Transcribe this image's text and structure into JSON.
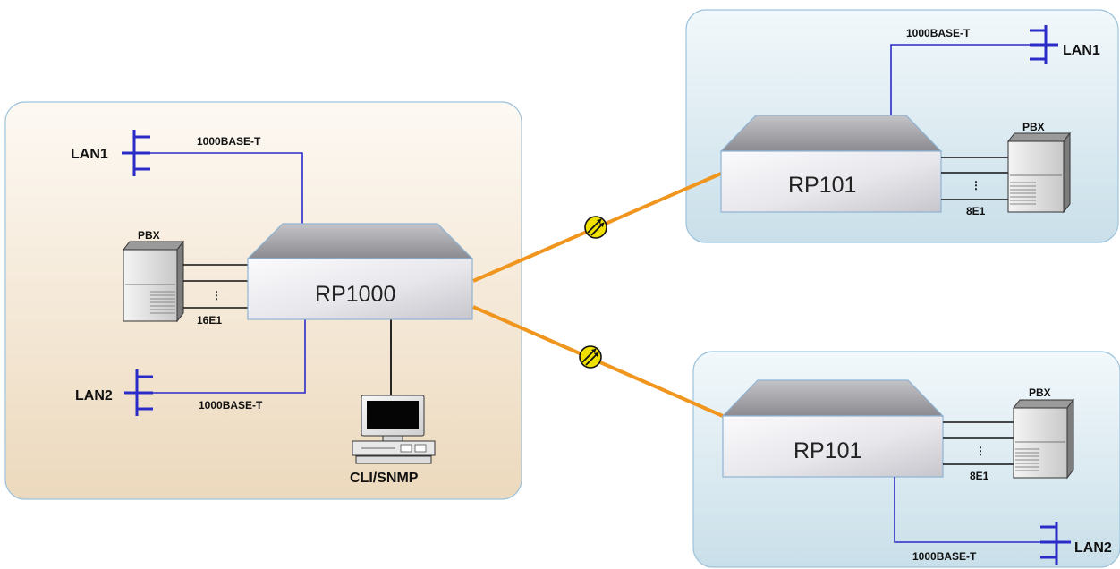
{
  "colors": {
    "local_site_top": "#fdf9f3",
    "local_site_bottom": "#ecd9bd",
    "remote_site_top": "#f2f8fb",
    "remote_site_bottom": "#cde1ea",
    "site_border": "#9ec3dc",
    "lan_line": "#2b2bc8",
    "trunk_line": "#f0961e",
    "e1_line": "#111111",
    "icon_yellow": "#f0e000"
  },
  "local_site": {
    "device": "RP1000",
    "lan1": {
      "label": "LAN1",
      "link": "1000BASE-T"
    },
    "lan2": {
      "label": "LAN2",
      "link": "1000BASE-T"
    },
    "pbx": {
      "label": "PBX",
      "e1": "16E1",
      "dots": "⋮"
    },
    "management": "CLI/SNMP"
  },
  "remote_sites": [
    {
      "device": "RP101",
      "lan": {
        "label": "LAN1",
        "link": "1000BASE-T"
      },
      "pbx": {
        "label": "PBX",
        "e1": "8E1",
        "dots": "⋮"
      }
    },
    {
      "device": "RP101",
      "lan": {
        "label": "LAN2",
        "link": "1000BASE-T"
      },
      "pbx": {
        "label": "PBX",
        "e1": "8E1",
        "dots": "⋮"
      }
    }
  ],
  "icons": [
    "lan-connector-icon",
    "pbx-server-icon",
    "computer-terminal-icon",
    "link-signal-icon"
  ]
}
